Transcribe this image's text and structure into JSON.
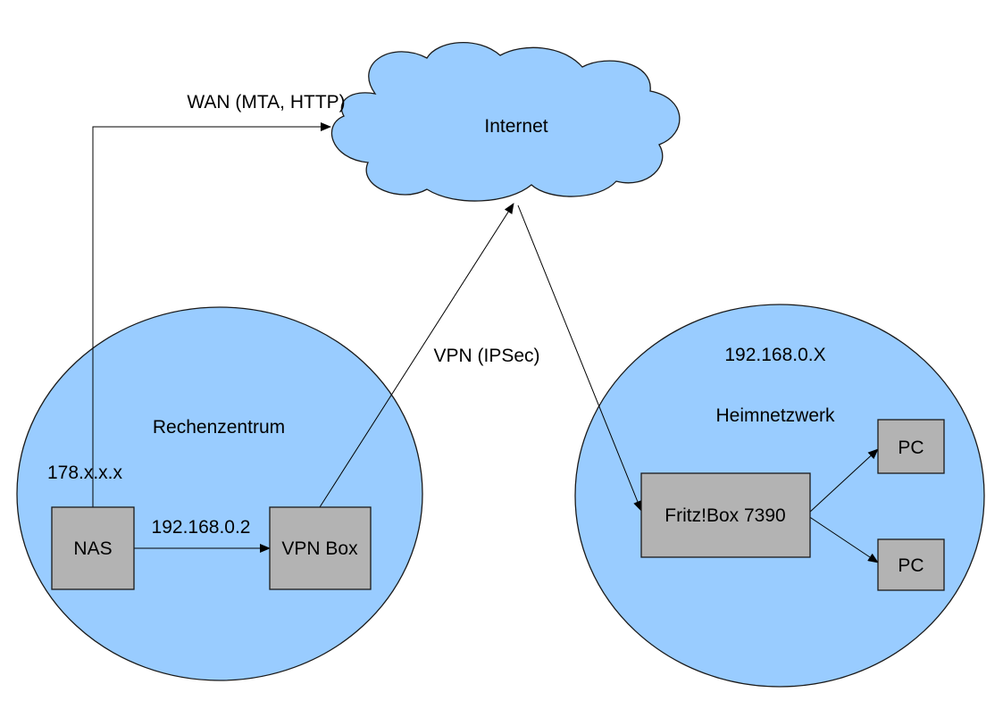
{
  "colors": {
    "zone_fill": "#99ccff",
    "cloud_fill": "#99ccff",
    "box_fill": "#b3b3b3",
    "outline": "#1a1a1a",
    "line": "#000000"
  },
  "nodes": {
    "internet": {
      "label": "Internet",
      "shape": "cloud"
    },
    "datacenter": {
      "label": "Rechenzentrum",
      "shape": "ellipse"
    },
    "home_network": {
      "label": "Heimnetzwerk",
      "subnet": "192.168.0.X",
      "shape": "ellipse"
    },
    "nas": {
      "label": "NAS",
      "public_ip": "178.x.x.x"
    },
    "vpn_box": {
      "label": "VPN Box"
    },
    "fritzbox": {
      "label": "Fritz!Box 7390"
    },
    "pc_top": {
      "label": "PC"
    },
    "pc_bottom": {
      "label": "PC"
    }
  },
  "edges": {
    "wan": {
      "from": "NAS",
      "to": "Internet",
      "label": "WAN (MTA, HTTP)"
    },
    "lan": {
      "from": "NAS",
      "to": "VPN Box",
      "label": "192.168.0.2"
    },
    "vpn": {
      "from": "VPN Box",
      "to": "Internet",
      "label": "VPN (IPSec)"
    },
    "internet_to_fritz": {
      "from": "Internet",
      "to": "Fritz!Box 7390",
      "label": ""
    },
    "fritz_to_pc_top": {
      "from": "Fritz!Box 7390",
      "to": "PC",
      "label": ""
    },
    "fritz_to_pc_bottom": {
      "from": "Fritz!Box 7390",
      "to": "PC",
      "label": ""
    }
  }
}
